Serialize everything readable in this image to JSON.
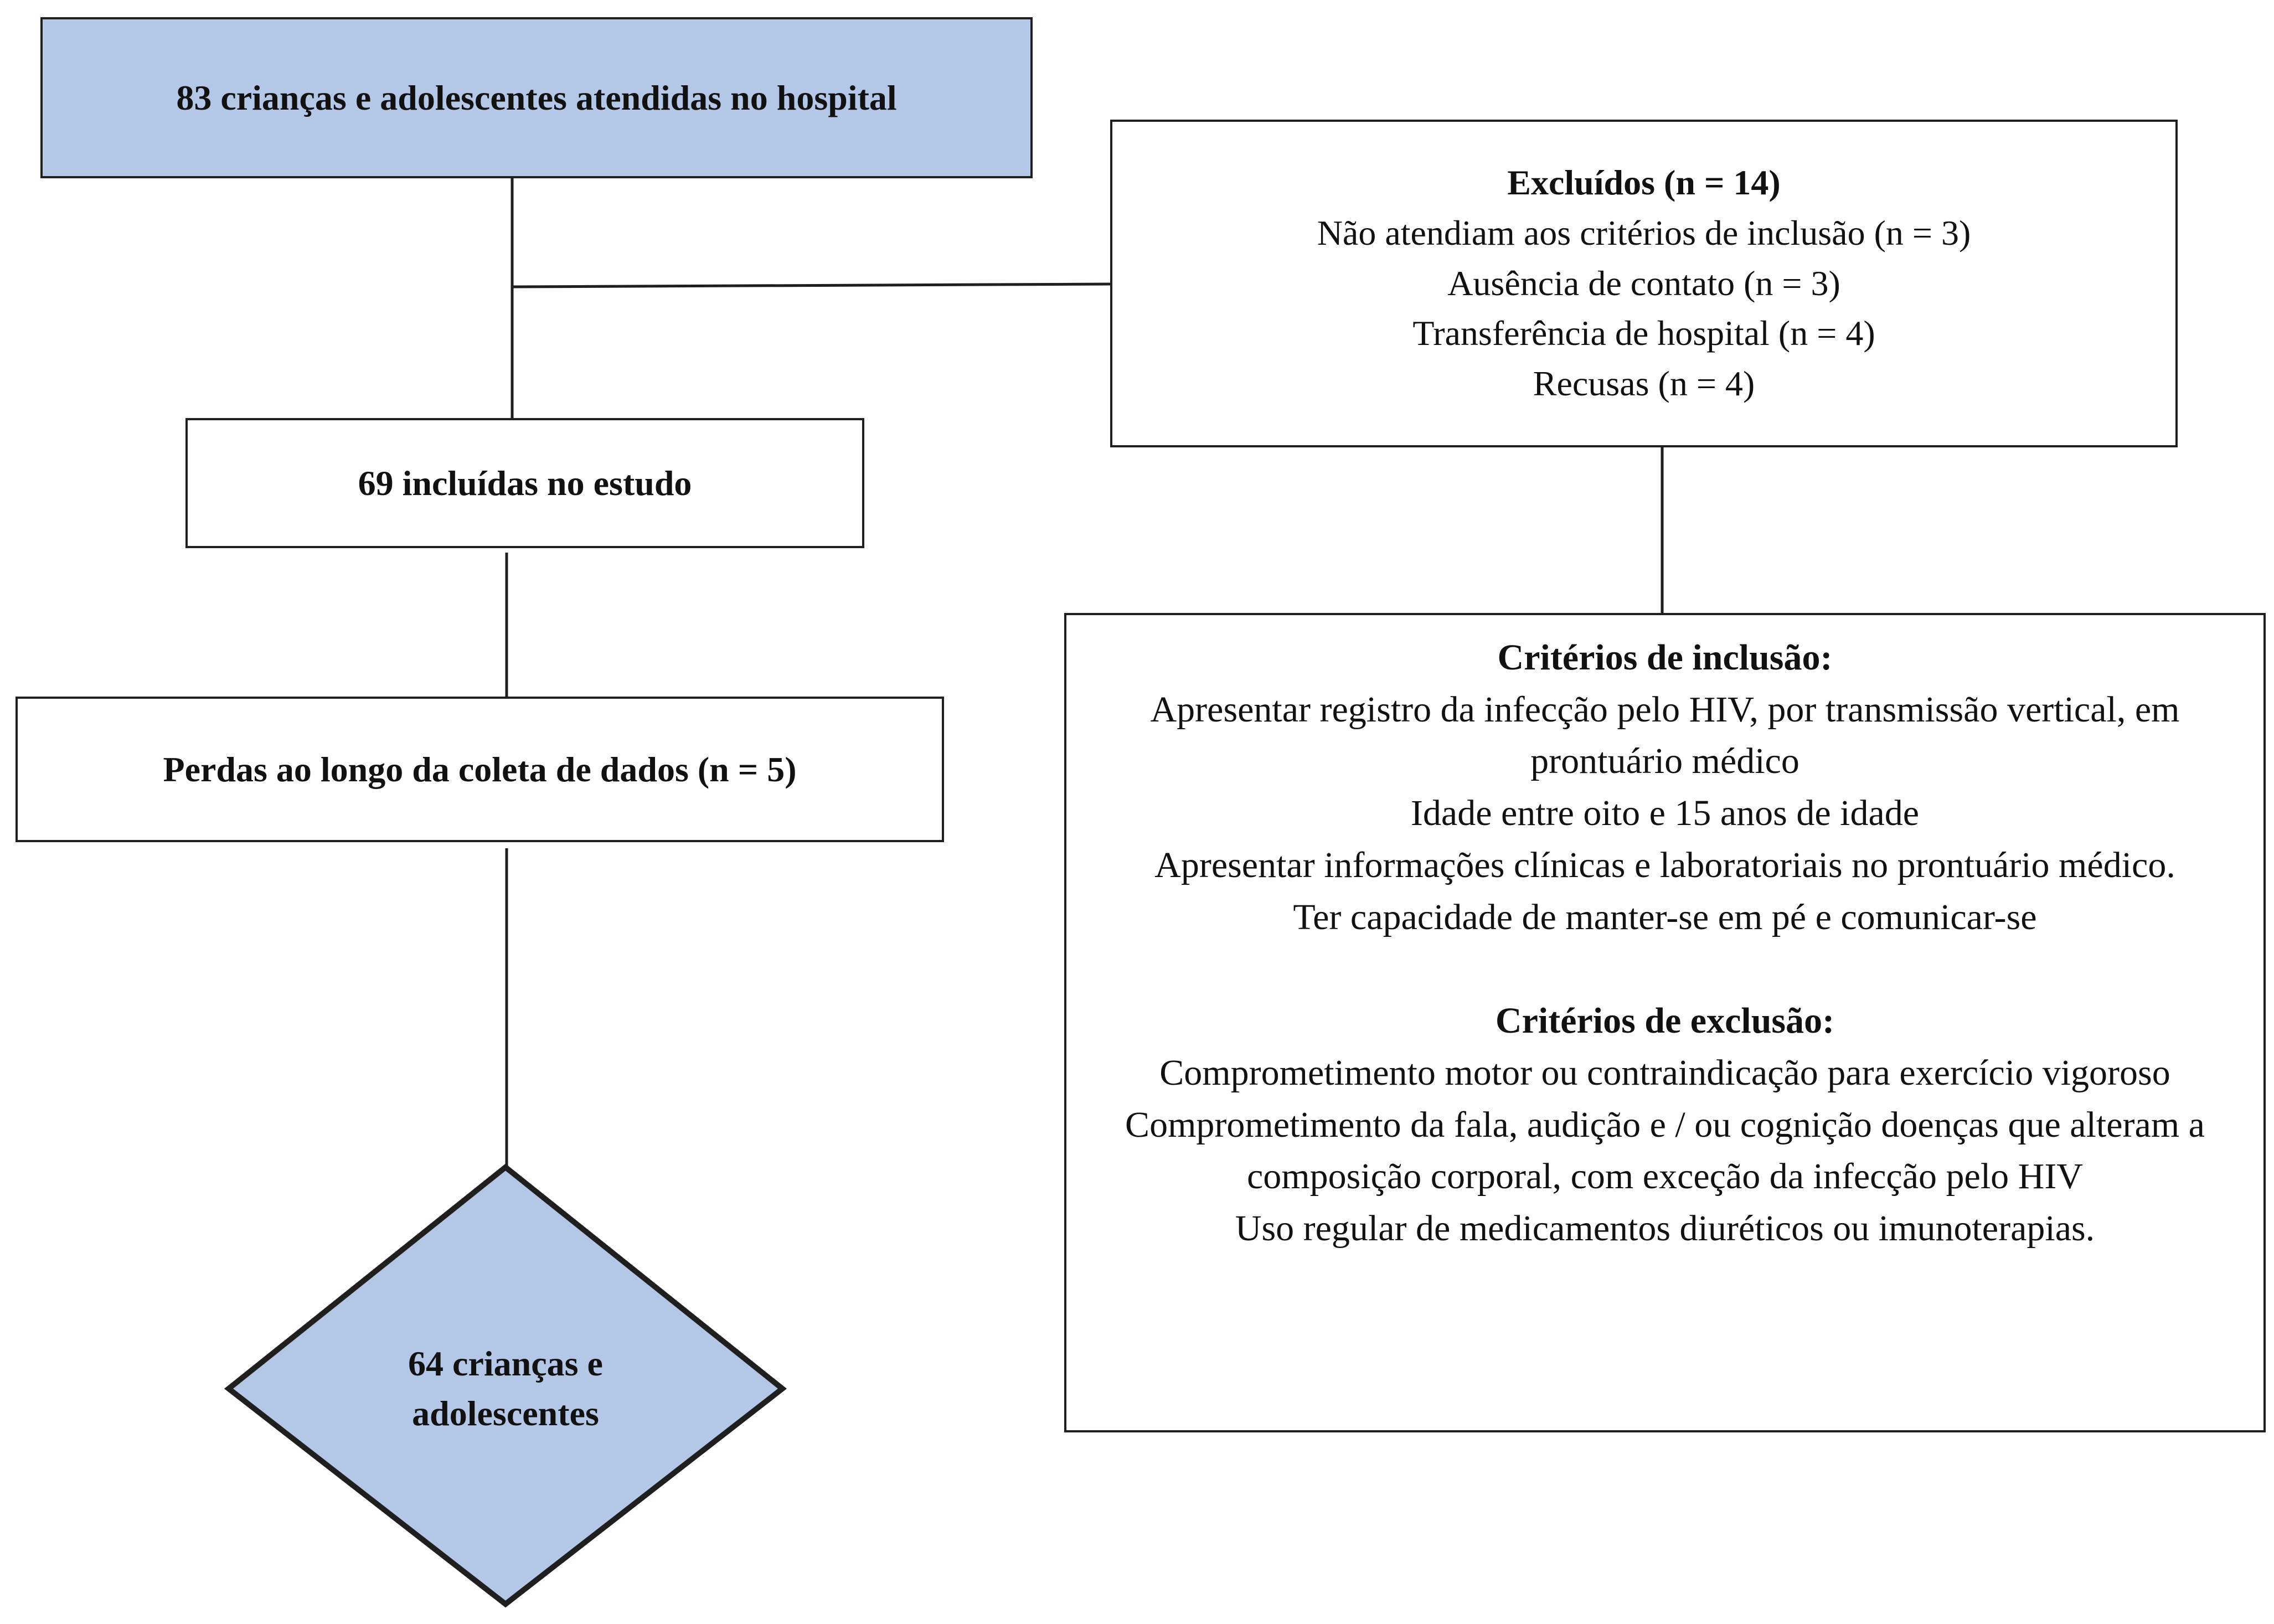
{
  "nodes": {
    "start": {
      "label": "83 crianças e adolescentes atendidas no hospital"
    },
    "excluded": {
      "title": "Excluídos (n = 14)",
      "items": [
        "Não atendiam aos critérios de inclusão (n = 3)",
        "Ausência de contato (n = 3)",
        "Transferência de hospital (n = 4)",
        "Recusas (n = 4)"
      ]
    },
    "included": {
      "label": "69 incluídas no estudo"
    },
    "losses": {
      "label": "Perdas ao longo da coleta de dados (n = 5)"
    },
    "final": {
      "line1": "64 crianças e",
      "line2": "adolescentes"
    },
    "criteria": {
      "inclusion_title": "Critérios de inclusão:",
      "inclusion_items": [
        "Apresentar registro da infecção pelo HIV, por transmissão vertical, em prontuário médico",
        "Idade entre oito e 15 anos de idade",
        "Apresentar informações clínicas e laboratoriais no prontuário médico.",
        "Ter capacidade de manter-se em pé e comunicar-se"
      ],
      "exclusion_title": "Critérios de exclusão:",
      "exclusion_items": [
        "Comprometimento motor ou contraindicação para exercício vigoroso",
        "Comprometimento da fala, audição e / ou cognição doenças que alteram a composição corporal, com exceção da infecção pelo HIV",
        "Uso regular de medicamentos diuréticos ou imunoterapias."
      ]
    }
  },
  "colors": {
    "fill": "#b4c7e7",
    "stroke": "#1f1f1f"
  }
}
